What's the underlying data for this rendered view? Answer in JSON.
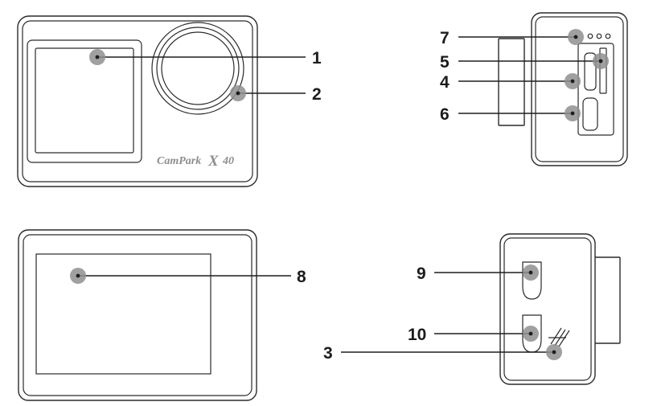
{
  "brand": {
    "name": "CamPark",
    "model_mark": "X",
    "model_number": "40"
  },
  "callouts": [
    {
      "id": "1",
      "label": "1"
    },
    {
      "id": "2",
      "label": "2"
    },
    {
      "id": "3",
      "label": "3"
    },
    {
      "id": "4",
      "label": "4"
    },
    {
      "id": "5",
      "label": "5"
    },
    {
      "id": "6",
      "label": "6"
    },
    {
      "id": "7",
      "label": "7"
    },
    {
      "id": "8",
      "label": "8"
    },
    {
      "id": "9",
      "label": "9"
    },
    {
      "id": "10",
      "label": "10"
    }
  ],
  "colors": {
    "line": "#1e1e1e",
    "marker": "#8f8f8f",
    "brand_text": "#8d8d8d",
    "outline": "#2a2a2a"
  }
}
